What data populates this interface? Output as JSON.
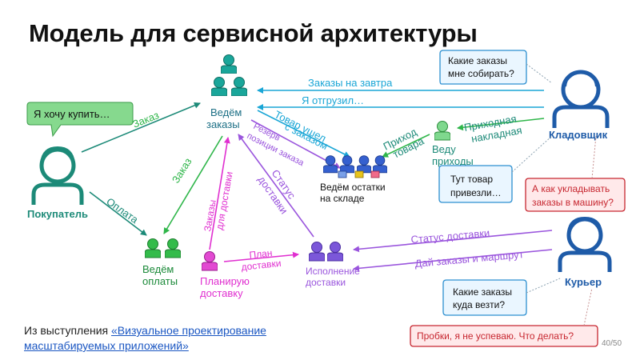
{
  "slide": {
    "title": "Модель для сервисной архитектуры",
    "page_number": "40/50",
    "footer_prefix": "Из выступления ",
    "footer_link_line1": "«Визуальное проектирование",
    "footer_link_line2": "масштабируемых приложений»"
  },
  "actors": {
    "buyer": "Покупатель",
    "storekeeper": "Кладовщик",
    "courier": "Курьер"
  },
  "services": {
    "orders": [
      "Ведём",
      "заказы"
    ],
    "payments": [
      "Ведём",
      "оплаты"
    ],
    "stock": [
      "Ведём остатки",
      "на складе"
    ],
    "receipts": [
      "Веду",
      "приходы"
    ],
    "plan_delivery": [
      "Планирую",
      "доставку"
    ],
    "delivery": [
      "Исполнение",
      "доставки"
    ]
  },
  "bubbles": {
    "buyer_want": "Я хочу купить…",
    "which_orders": [
      "Какие заказы",
      "мне собирать?"
    ],
    "goods_arrived": [
      "Тут товар",
      "привезли…"
    ],
    "how_to_pack": [
      "А как укладывать",
      "заказы в машину?"
    ],
    "where_to_go": [
      "Какие заказы",
      "куда везти?"
    ],
    "traffic": "Пробки, я не успеваю. Что делать?"
  },
  "flows": {
    "order": "Заказ",
    "payment": "Оплата",
    "order_to_pay": "Заказ",
    "tomorrow_orders": "Заказы на завтра",
    "shipped": "Я отгрузил…",
    "goods_left": [
      "Товар ушел",
      "с заказом"
    ],
    "reserve": [
      "Резерв",
      "позиции заказа"
    ],
    "arrival": [
      "Приход",
      "товара"
    ],
    "incoming_invoice": [
      "Приходная",
      "накладная"
    ],
    "delivery_status_up": [
      "Статус",
      "доставки"
    ],
    "orders_for_delivery": [
      "Заказы",
      "для доставки"
    ],
    "delivery_plan": [
      "План",
      "доставки"
    ],
    "delivery_status_courier": "Статус доставки",
    "give_orders_route": "Дай заказы и маршрут"
  },
  "colors": {
    "blue": "#1e5ba8",
    "teal": "#1c8a78",
    "green": "#2fb64a",
    "cyan": "#1aa6d6",
    "magenta": "#e02fd0",
    "purple": "#9a55dd",
    "red": "#c72730",
    "stock_yellow": "#e8c41a",
    "stock_pink": "#f06a8a"
  }
}
